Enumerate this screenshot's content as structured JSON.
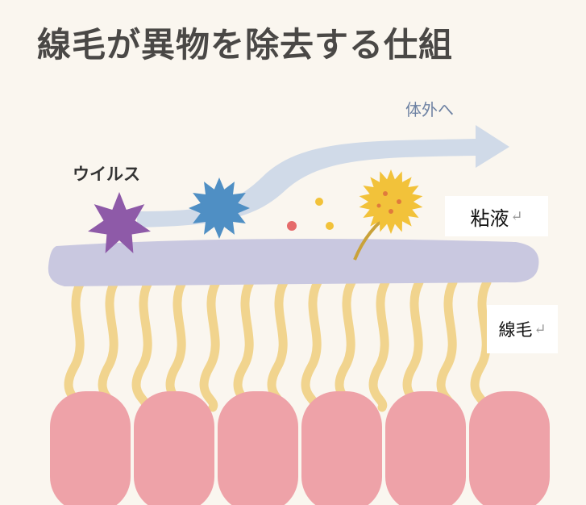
{
  "title": "線毛が異物を除去する仕組",
  "labels": {
    "outside": "体外へ",
    "virus": "ウイルス",
    "mucus": "粘液",
    "cilia": "線毛",
    "return_mark": "↵"
  },
  "colors": {
    "background": "#faf6ef",
    "mucus": "#c9c8e0",
    "cilia": "#f1d48e",
    "cells": "#eea2a8",
    "arrow": "#cbd7e7",
    "virus_purple": "#8e5aa8",
    "virus_blue": "#4f8fc4",
    "pollen_yellow": "#f2c23a"
  }
}
